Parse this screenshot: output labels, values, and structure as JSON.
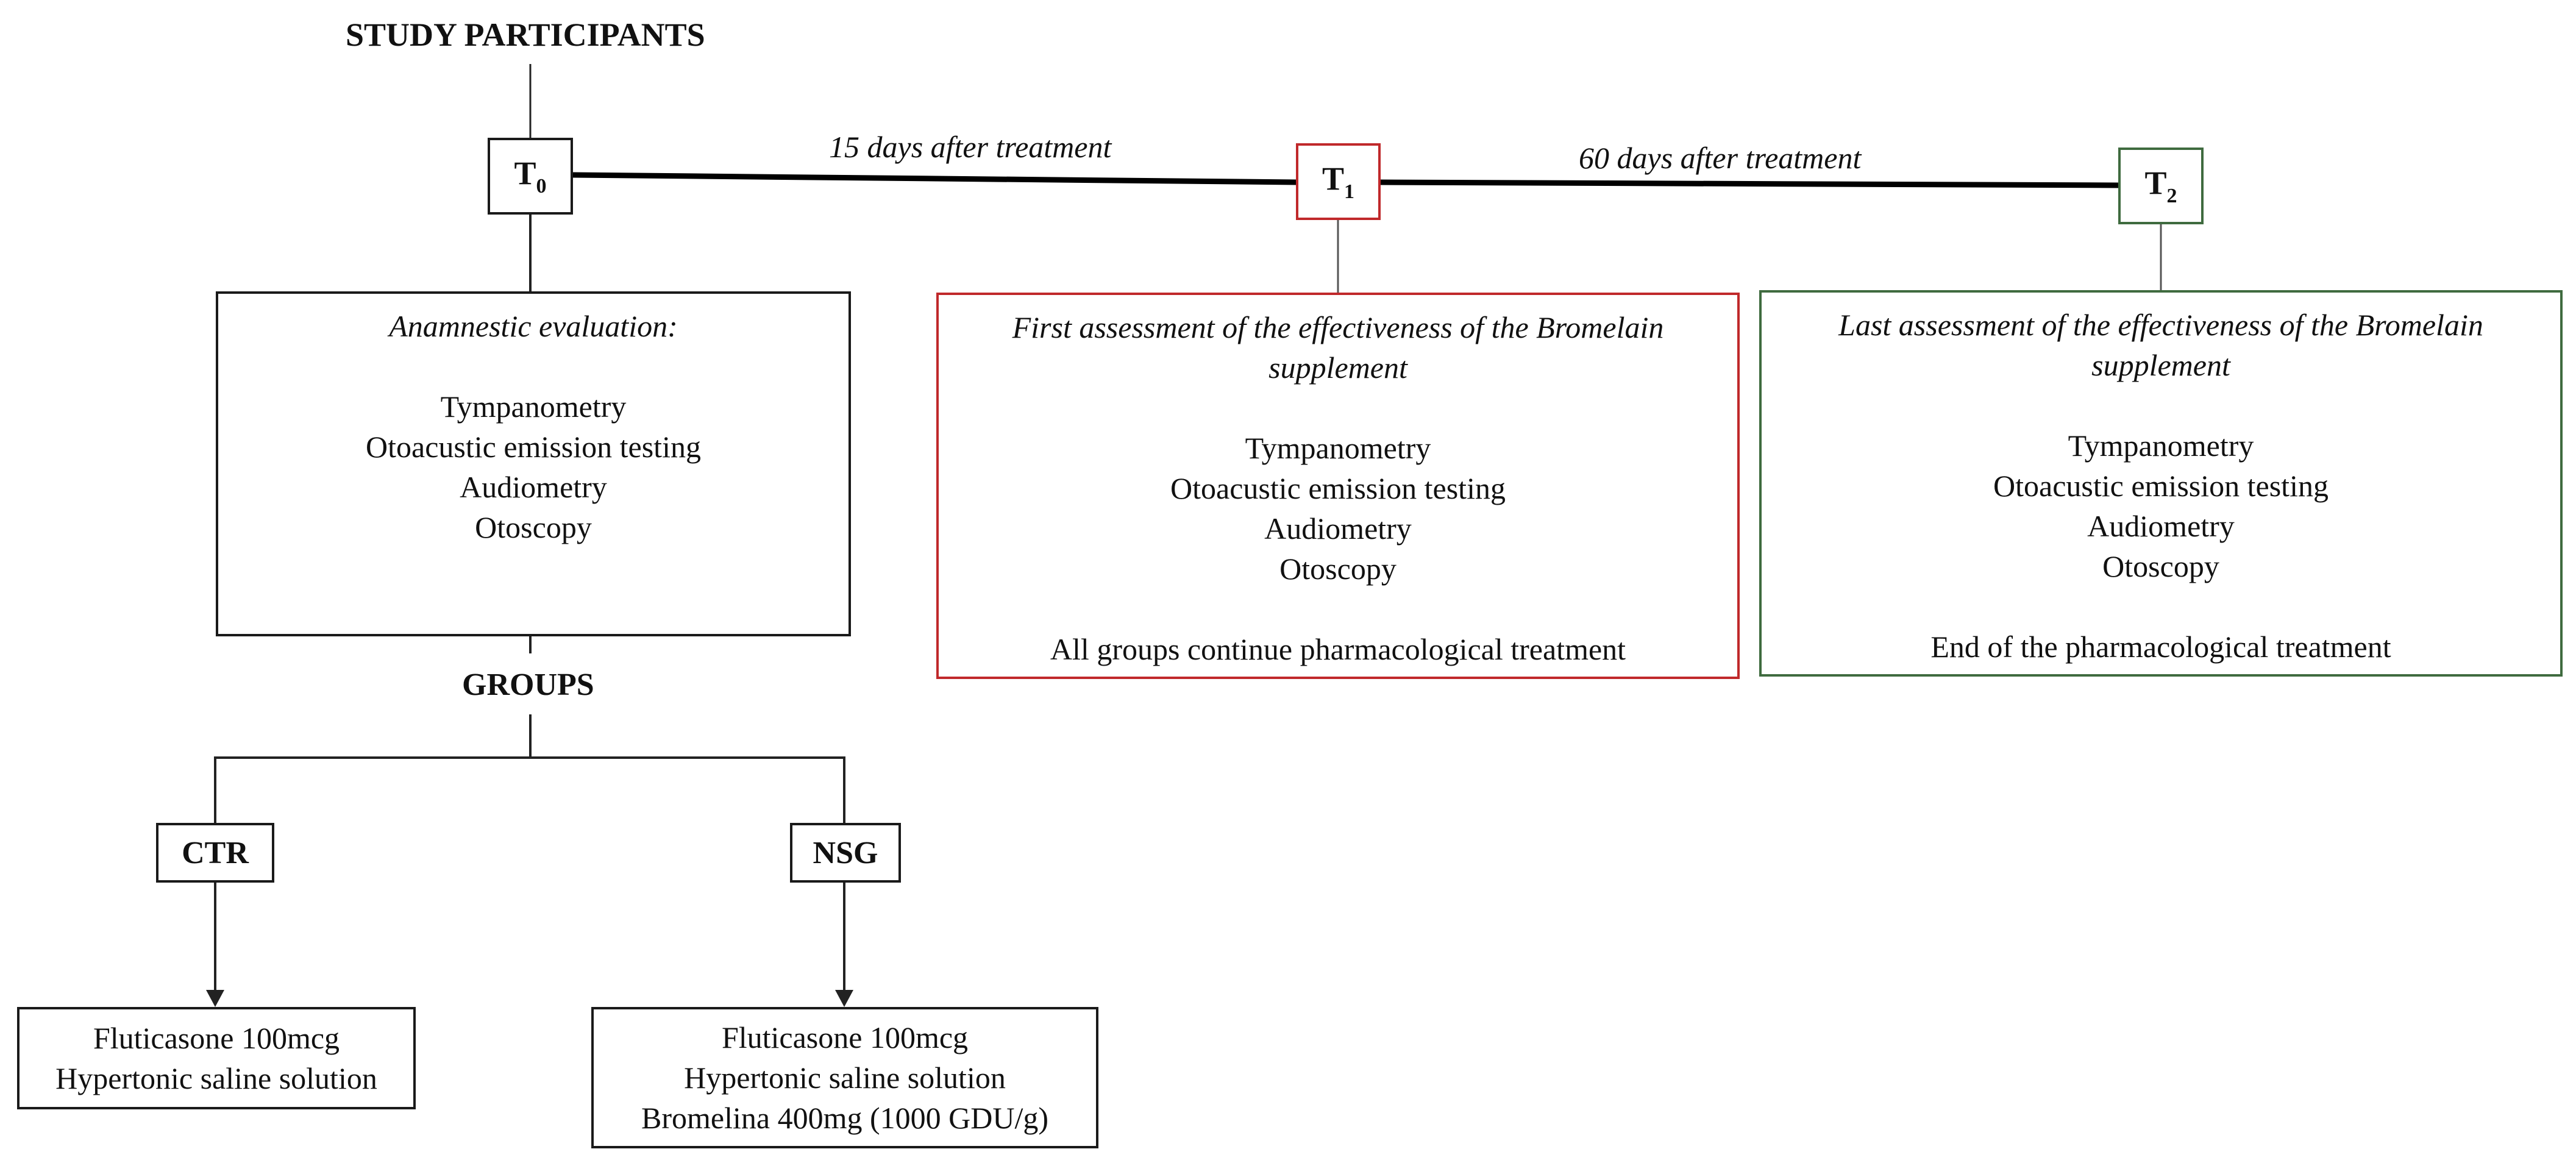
{
  "diagram": {
    "title": "STUDY PARTICIPANTS",
    "timepoints": [
      {
        "base": "T",
        "sub": "0"
      },
      {
        "base": "T",
        "sub": "1"
      },
      {
        "base": "T",
        "sub": "2"
      }
    ],
    "intervals": [
      "15 days after treatment",
      "60 days after treatment"
    ],
    "t0_box": {
      "heading": "Anamnestic evaluation:",
      "items": [
        "Tympanometry",
        "Otoacustic emission testing",
        "Audiometry",
        "Otoscopy"
      ]
    },
    "t1_box": {
      "heading": [
        "First assessment of the effectiveness of the Bromelain",
        "supplement"
      ],
      "items": [
        "Tympanometry",
        "Otoacustic emission testing",
        "Audiometry",
        "Otoscopy"
      ],
      "note": "All groups continue pharmacological treatment"
    },
    "t2_box": {
      "heading": [
        "Last assessment of the effectiveness of the Bromelain",
        "supplement"
      ],
      "items": [
        "Tympanometry",
        "Otoacustic emission testing",
        "Audiometry",
        "Otoscopy"
      ],
      "note": "End of the pharmacological treatment"
    },
    "groups_label": "GROUPS",
    "groups": [
      {
        "name": "CTR",
        "treatment": [
          "Fluticasone 100mcg",
          "Hypertonic saline solution"
        ]
      },
      {
        "name": "NSG",
        "treatment": [
          "Fluticasone 100mcg",
          "Hypertonic saline solution",
          "Bromelina 400mg (1000 GDU/g)"
        ]
      }
    ],
    "colors": {
      "t0": "#1a1a1a",
      "t1": "#c0292b",
      "t2": "#3f6b3f",
      "line": "#000000"
    }
  }
}
